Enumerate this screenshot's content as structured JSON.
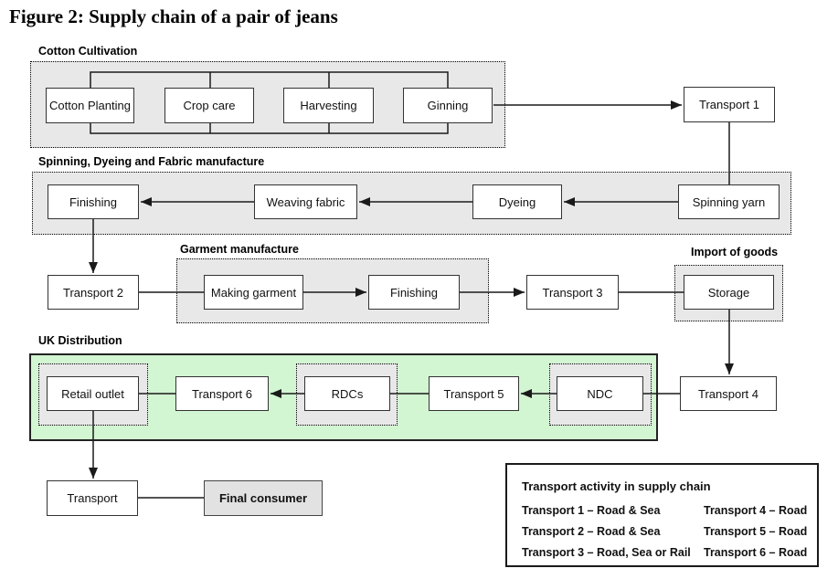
{
  "title": "Figure 2: Supply chain of a pair of jeans",
  "sections": {
    "cotton": {
      "label": "Cotton Cultivation"
    },
    "spinning": {
      "label": "Spinning, Dyeing and Fabric manufacture"
    },
    "garment": {
      "label": "Garment manufacture"
    },
    "import": {
      "label": "Import of goods"
    },
    "uk": {
      "label": "UK Distribution"
    }
  },
  "nodes": {
    "cotton_planting": "Cotton Planting",
    "crop_care": "Crop care",
    "harvesting": "Harvesting",
    "ginning": "Ginning",
    "transport_1": "Transport 1",
    "finishing_fabric": "Finishing",
    "weaving_fabric": "Weaving fabric",
    "dyeing": "Dyeing",
    "spinning_yarn": "Spinning yarn",
    "transport_2": "Transport 2",
    "making_garment": "Making garment",
    "finishing_garment": "Finishing",
    "transport_3": "Transport 3",
    "storage": "Storage",
    "retail_outlet": "Retail outlet",
    "transport_6": "Transport 6",
    "rdcs": "RDCs",
    "transport_5": "Transport 5",
    "ndc": "NDC",
    "transport_4": "Transport 4",
    "transport_final": "Transport",
    "final_consumer": "Final consumer"
  },
  "legend": {
    "title": "Transport activity in supply chain",
    "entries": [
      "Transport 1 – Road & Sea",
      "Transport 2 – Road & Sea",
      "Transport 3 – Road, Sea or Rail",
      "Transport 4 – Road",
      "Transport 5 – Road",
      "Transport 6 – Road"
    ]
  },
  "colors": {
    "green_fill": "#d2f5d2",
    "section_gray": "#e8e8e8",
    "box_fill": "#ffffff",
    "consumer_fill": "#e2e2e2",
    "line_color": "#1a1a1a"
  }
}
